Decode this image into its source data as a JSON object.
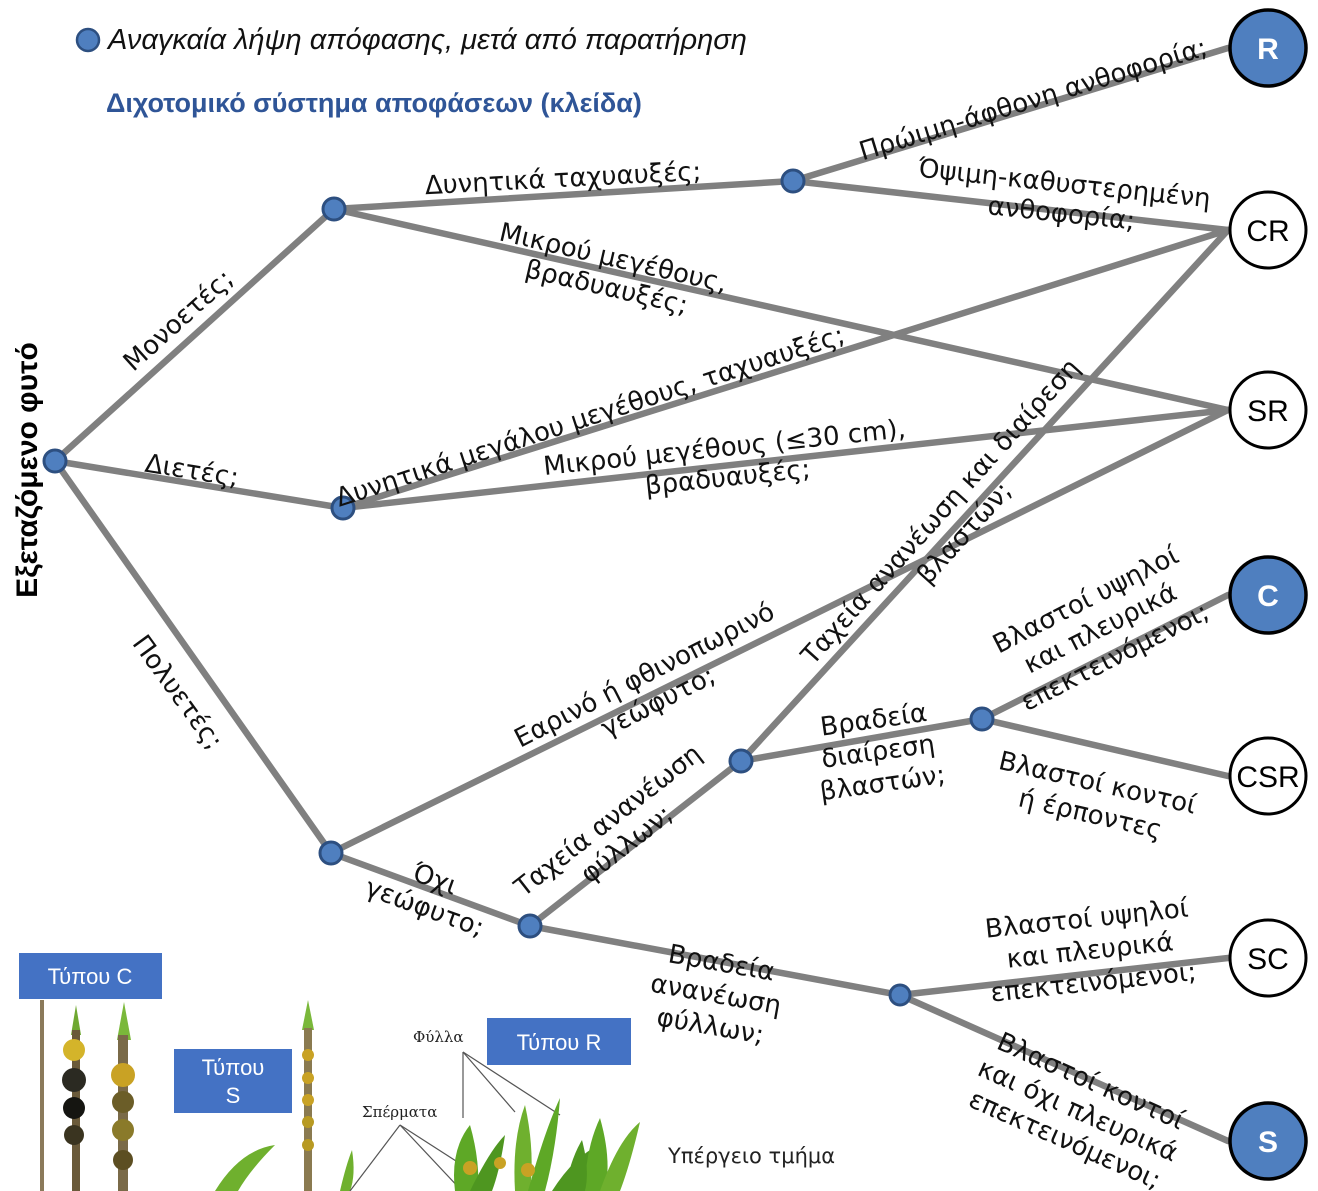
{
  "legend": {
    "text": "Αναγκαία λήψη απόφασης, μετά από παρατήρηση"
  },
  "subtitle": "Διχοτομικό σύστημα αποφάσεων (κλείδα)",
  "vertical_title": "Εξεταζόμενο φυτό",
  "colors": {
    "line": "#808080",
    "node_fill": "#4f7fbf",
    "node_stroke": "#2d4f80",
    "subtitle": "#2f5597",
    "type_box": "#4472c4"
  },
  "end_nodes": [
    {
      "id": "R",
      "label": "R",
      "filled": true
    },
    {
      "id": "CR",
      "label": "CR",
      "filled": false
    },
    {
      "id": "SR",
      "label": "SR",
      "filled": false
    },
    {
      "id": "C",
      "label": "C",
      "filled": true
    },
    {
      "id": "CSR",
      "label": "CSR",
      "filled": false
    },
    {
      "id": "SC",
      "label": "SC",
      "filled": false
    },
    {
      "id": "S",
      "label": "S",
      "filled": true
    }
  ],
  "branch_labels": [
    {
      "id": "mono",
      "lines": [
        "Μονοετές;"
      ]
    },
    {
      "id": "diet",
      "lines": [
        "Διετές;"
      ]
    },
    {
      "id": "poly",
      "lines": [
        "Πολυετές;"
      ]
    },
    {
      "id": "dyn_fast",
      "lines": [
        "Δυνητικά ταχυαυξές;"
      ]
    },
    {
      "id": "early",
      "lines": [
        "Πρώιμη-άφθονη ανθοφορία;"
      ]
    },
    {
      "id": "late",
      "lines": [
        "Όψιμη-καθυστερημένη",
        "ανθοφορία;"
      ]
    },
    {
      "id": "small_slow_1",
      "lines": [
        "Μικρού μεγέθους,",
        "βραδυαυξές;"
      ]
    },
    {
      "id": "big_fast",
      "lines": [
        "Δυνητικά μεγάλου μεγέθους, ταχυαυξές;"
      ]
    },
    {
      "id": "small_slow_2",
      "lines": [
        "Μικρού μεγέθους (≤30 cm),",
        "βραδυαυξές;"
      ]
    },
    {
      "id": "geophyte",
      "lines": [
        "Εαρινό ή φθινοπωρινό",
        "γεώφυτο;"
      ]
    },
    {
      "id": "fast_shoot",
      "lines": [
        "Ταχεία ανανέωση και διαίρεση",
        "βλαστών;"
      ]
    },
    {
      "id": "not_geophyte",
      "lines": [
        "Όχι",
        "γεώφυτο;"
      ]
    },
    {
      "id": "fast_leaf",
      "lines": [
        "Ταχεία ανανέωση",
        "φύλλων;"
      ]
    },
    {
      "id": "slow_shoot",
      "lines": [
        "Βραδεία",
        "διαίρεση",
        "βλαστών;"
      ]
    },
    {
      "id": "tall_1",
      "lines": [
        "Βλαστοί υψηλοί",
        "και πλευρικά",
        "επεκτεινόμενοι;"
      ]
    },
    {
      "id": "short_1",
      "lines": [
        "Βλαστοί κοντοί",
        "ή έρποντες"
      ]
    },
    {
      "id": "slow_leaf",
      "lines": [
        "Βραδεία",
        "ανανέωση",
        "φύλλων;"
      ]
    },
    {
      "id": "tall_2",
      "lines": [
        "Βλαστοί υψηλοί",
        "και πλευρικά",
        "επεκτεινόμενοι;"
      ]
    },
    {
      "id": "short_2",
      "lines": [
        "Βλαστοί κοντοί",
        "και όχι πλευρικά",
        "επεκτεινόμενοι;"
      ]
    }
  ],
  "inset": {
    "type_c": "Τύπου C",
    "type_s": [
      "Τύπου",
      "S"
    ],
    "type_r": "Τύπου R",
    "leaves": "Φύλλα",
    "seeds": "Σπέρματα",
    "aboveground": "Υπέργειο τμήμα"
  }
}
